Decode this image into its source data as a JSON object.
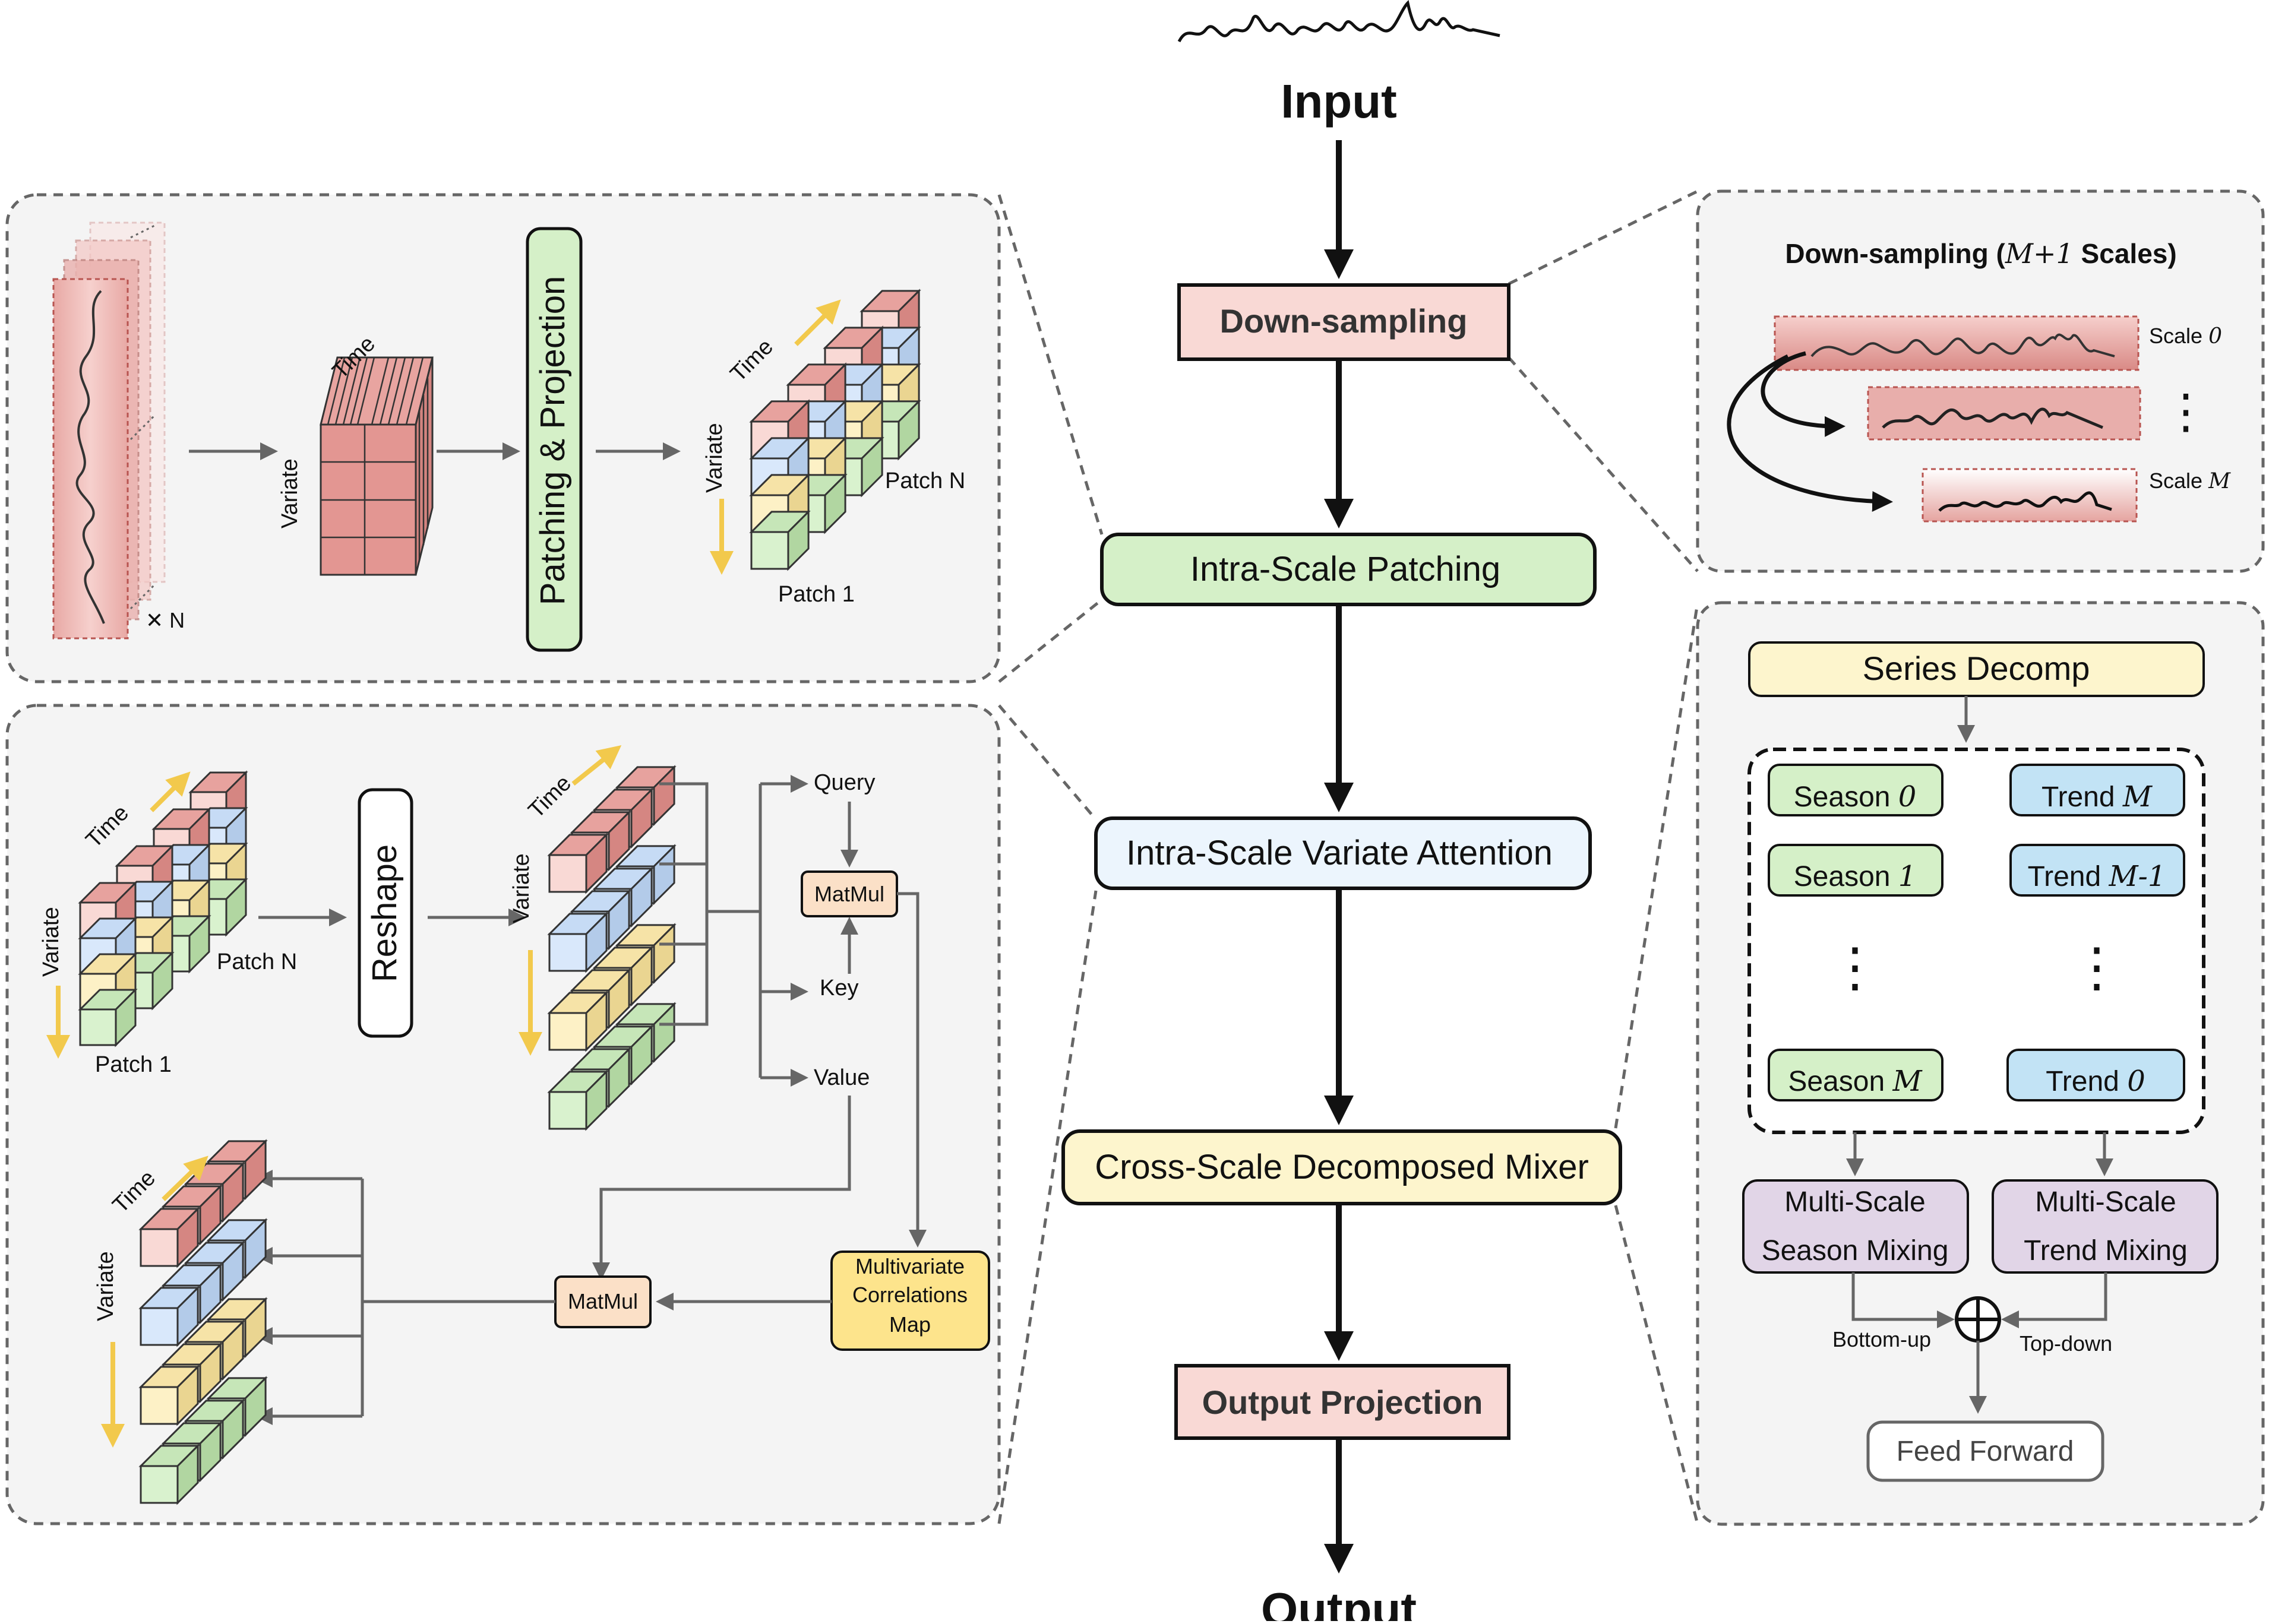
{
  "main": {
    "input_label": "Input",
    "output_label": "Output",
    "down_sampling": "Down-sampling",
    "intra_scale_patching": "Intra-Scale Patching",
    "intra_scale_variate_attention": "Intra-Scale Variate Attention",
    "cross_scale_decomposed_mixer": "Cross-Scale Decomposed Mixer",
    "output_projection": "Output Projection"
  },
  "patching_panel": {
    "times_n": "✕ N",
    "time": "Time",
    "variate": "Variate",
    "patching_projection": "Patching & Projection",
    "patch_1": "Patch 1",
    "patch_n": "Patch N"
  },
  "attention_panel": {
    "time": "Time",
    "variate": "Variate",
    "patch_1": "Patch 1",
    "patch_n": "Patch N",
    "reshape": "Reshape",
    "query": "Query",
    "key": "Key",
    "value": "Value",
    "matmul_top": "MatMul",
    "matmul_bottom": "MatMul",
    "corr_line1": "Multivariate",
    "corr_line2": "Correlations",
    "corr_line3": "Map"
  },
  "downsampling_panel": {
    "title_prefix": "Down-sampling (",
    "title_math": "M+1",
    "title_suffix": " Scales)",
    "scale_0_prefix": "Scale ",
    "scale_0_var": "0",
    "scale_m_prefix": "Scale ",
    "scale_m_var": "M",
    "dots": "⋮"
  },
  "mixer_panel": {
    "series_decomp": "Series Decomp",
    "season_0_prefix": "Season ",
    "season_0_var": "0",
    "season_1_prefix": "Season ",
    "season_1_var": "1",
    "season_m_prefix": "Season ",
    "season_m_var": "M",
    "trend_m_prefix": "Trend ",
    "trend_m_var": "M",
    "trend_m1_prefix": "Trend ",
    "trend_m1_var": "M-1",
    "trend_0_prefix": "Trend ",
    "trend_0_var": "0",
    "season_mix_line1": "Multi-Scale",
    "season_mix_line2": "Season Mixing",
    "trend_mix_line1": "Multi-Scale",
    "trend_mix_line2": "Trend Mixing",
    "bottom_up": "Bottom-up",
    "top_down": "Top-down",
    "feed_forward": "Feed Forward"
  },
  "colors": {
    "red_fill": "#f9d9d5",
    "red_stroke": "#b85450",
    "green_fill": "#d5f0c8",
    "blue_fill": "#e9f3fd",
    "yellow_fill": "#fdf5cd",
    "yellow_box": "#fde48c",
    "orange_fill": "#fbe0c7",
    "purple_fill": "#e1d5e7",
    "cyan_fill": "#c2e3f5",
    "panel_fill": "#f5f5f5",
    "arrow_gold": "#f2c94c"
  }
}
